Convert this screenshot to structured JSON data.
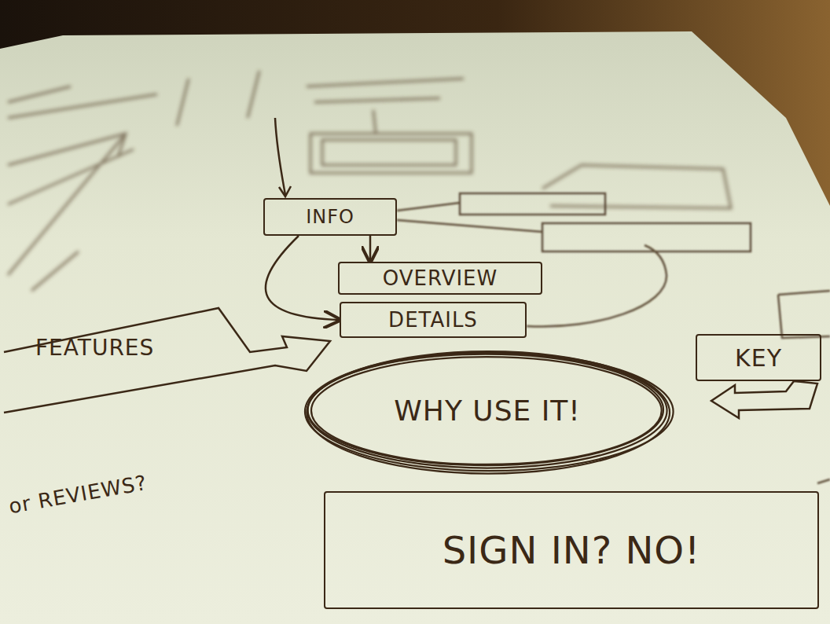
{
  "diagram": {
    "nodes": [
      {
        "text": [
          "INFO"
        ]
      },
      {
        "text": [
          "OVERVIEW"
        ]
      },
      {
        "text": [
          "DETAILS"
        ]
      },
      {
        "text": [
          "FEATURES"
        ]
      },
      {
        "text": [
          "WHY USE IT!"
        ]
      },
      {
        "text": [
          "KEY"
        ]
      },
      {
        "text": [
          "SIGN IN? NO!"
        ]
      }
    ],
    "edges": [
      {
        "from": 0,
        "to": 1,
        "arrow": "to"
      },
      {
        "from": 0,
        "to": 2,
        "arrow": "to"
      }
    ],
    "labels": [
      "or REVIEWS?"
    ]
  }
}
